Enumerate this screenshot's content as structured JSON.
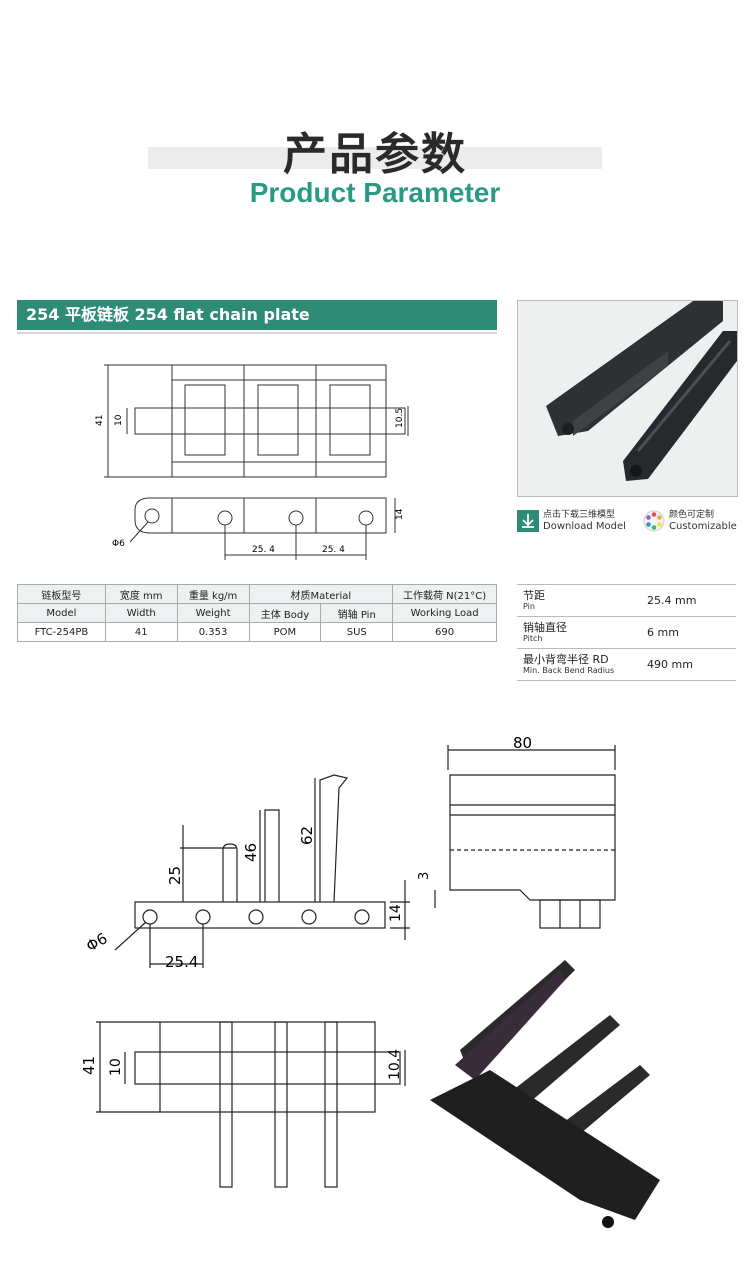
{
  "header": {
    "title_cn": "产品参数",
    "title_en": "Product Parameter"
  },
  "section": {
    "title": "254 平板链板  254 flat chain plate"
  },
  "features": [
    {
      "icon": "download-icon",
      "cn": "点击下载三维模型",
      "en": "Download Model"
    },
    {
      "icon": "palette-icon",
      "cn": "颜色可定制",
      "en": "Customizable"
    }
  ],
  "spec_table": {
    "header_cn": [
      "链板型号",
      "宽度 mm",
      "重量 kg/m",
      "材质Material",
      "工作载荷 N(21°C)"
    ],
    "header_en": [
      "Model",
      "Width",
      "Weight",
      "主体 Body",
      "销轴 Pin",
      "Working Load"
    ],
    "row": [
      "FTC-254PB",
      "41",
      "0.353",
      "POM",
      "SUS",
      "690"
    ]
  },
  "side_table": [
    {
      "cn": "节距",
      "en": "Pin",
      "value": "25.4 mm"
    },
    {
      "cn": "销轴直径",
      "en": "Pitch",
      "value": "6 mm"
    },
    {
      "cn": "最小背弯半径 RD",
      "en": "Min. Back Bend Radius",
      "value": "490 mm"
    }
  ],
  "drawing_top": {
    "dims": {
      "width": "41",
      "inner": "10",
      "right": "10.5",
      "height": "14",
      "pitch1": "25. 4",
      "pitch2": "25. 4",
      "hole": "Φ6"
    }
  },
  "drawing_bottom": {
    "dims": {
      "d80": "80",
      "d3": "3",
      "d14": "14",
      "d25": "25",
      "d46": "46",
      "d62": "62",
      "d254": "25.4",
      "hole": "Φ6",
      "d41": "41",
      "d10": "10",
      "d104": "10.4"
    }
  },
  "colors": {
    "accent": "#2a9a85",
    "banner": "#2e8b76",
    "dark": "#2a2a2a"
  }
}
